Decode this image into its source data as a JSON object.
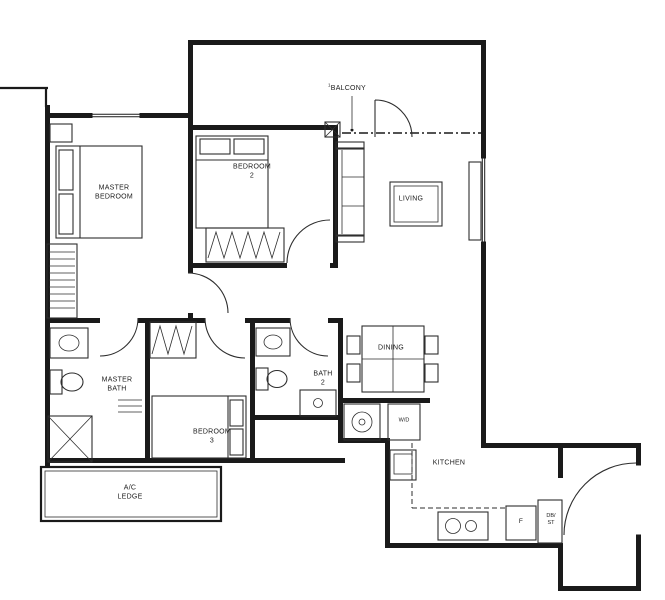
{
  "floorplan": {
    "rooms": {
      "balcony_tag": "1",
      "balcony": "BALCONY",
      "master_bedroom": "MASTER\nBEDROOM",
      "bedroom2": "BEDROOM\n2",
      "living": "LIVING",
      "dining": "DINING",
      "master_bath": "MASTER\nBATH",
      "bath2": "BATH\n2",
      "bedroom3": "BEDROOM\n3",
      "wd": "W/D",
      "kitchen": "KITCHEN",
      "ac_ledge": "A/C\nLEDGE",
      "fridge": "F",
      "db_st": "DB/\nST"
    },
    "colors": {
      "wall": "#1a1a1a",
      "line": "#2e2e2e",
      "text": "#1b1b1b",
      "background": "#ffffff"
    }
  }
}
